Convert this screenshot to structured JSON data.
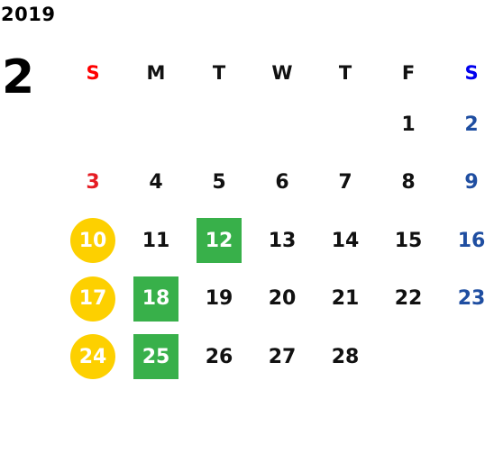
{
  "year": "2019",
  "month": "2",
  "weekdays": [
    "S",
    "M",
    "T",
    "W",
    "T",
    "F",
    "S"
  ],
  "colors": {
    "sunday": "#e51c23",
    "saturday": "#1f4ea1",
    "holiday_circle": "#fdd000",
    "event_square": "#38b04a"
  },
  "weeks": [
    [
      "",
      "",
      "",
      "",
      "",
      "1",
      "2"
    ],
    [
      "3",
      "4",
      "5",
      "6",
      "7",
      "8",
      "9"
    ],
    [
      "10",
      "11",
      "12",
      "13",
      "14",
      "15",
      "16"
    ],
    [
      "17",
      "18",
      "19",
      "20",
      "21",
      "22",
      "23"
    ],
    [
      "24",
      "25",
      "26",
      "27",
      "28",
      "",
      ""
    ]
  ],
  "holidays": [
    "10",
    "17",
    "24"
  ],
  "events": [
    "12",
    "18",
    "25"
  ]
}
